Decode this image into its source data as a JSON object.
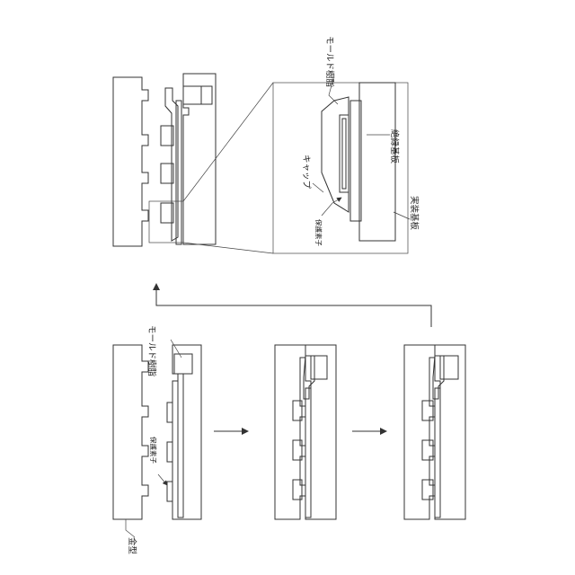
{
  "labels": {
    "mold_resin_top": "モールド樹脂",
    "mold_resin_left": "モールド樹脂",
    "protection_element_top": "保護素子",
    "protection_element_left": "保護素子",
    "die": "金型",
    "cap": "キャップ",
    "insulating_substrate": "絶縁基板",
    "mounting_substrate": "実装基板"
  }
}
